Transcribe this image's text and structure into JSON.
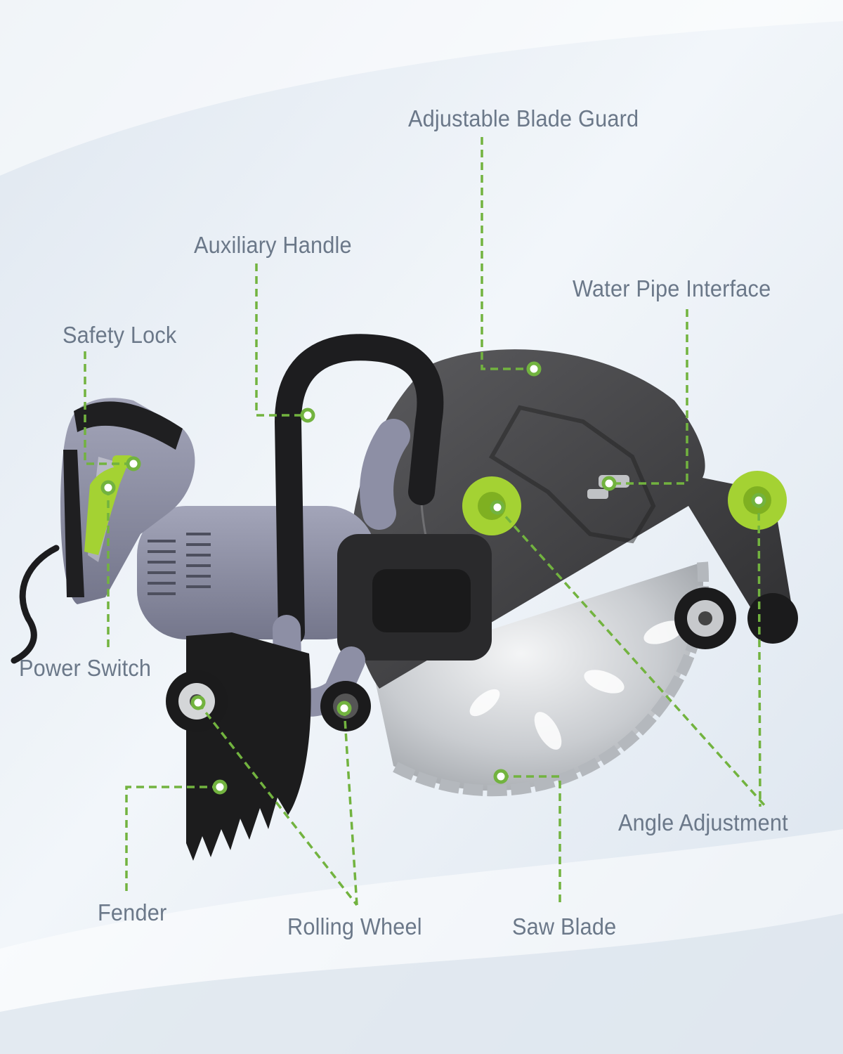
{
  "labels": {
    "blade_guard": "Adjustable Blade Guard",
    "aux_handle": "Auxiliary Handle",
    "water_pipe": "Water Pipe Interface",
    "safety_lock": "Safety Lock",
    "power_switch": "Power Switch",
    "angle_adjustment": "Angle Adjustment",
    "fender": "Fender",
    "rolling_wheel": "Rolling Wheel",
    "saw_blade": "Saw Blade"
  },
  "colors": {
    "label_text": "#6b7889",
    "callout_green": "#72b33f",
    "accent_lime": "#a4d233",
    "body_gray": "#8d8fa5",
    "guard_dark": "#3a3a3c"
  }
}
